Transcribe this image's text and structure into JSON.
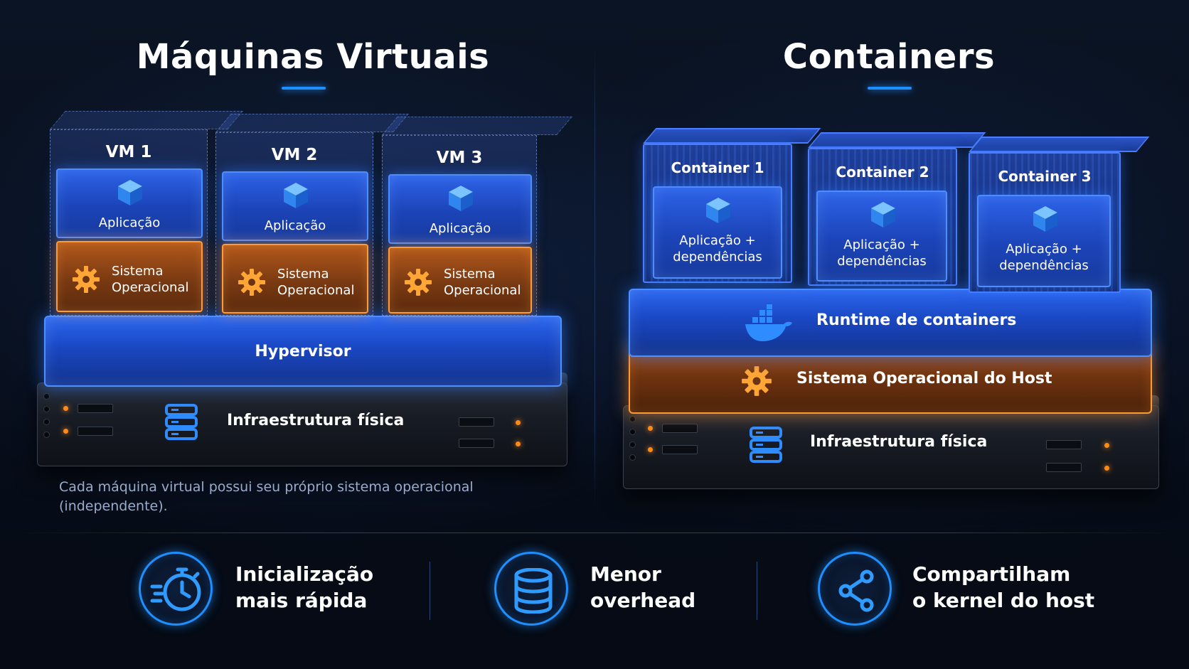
{
  "vm_side": {
    "title": "Máquinas Virtuais",
    "vms": [
      {
        "label": "VM 1",
        "app": "Aplicação",
        "os_line1": "Sistema",
        "os_line2": "Operacional"
      },
      {
        "label": "VM 2",
        "app": "Aplicação",
        "os_line1": "Sistema",
        "os_line2": "Operacional"
      },
      {
        "label": "VM 3",
        "app": "Aplicação",
        "os_line1": "Sistema",
        "os_line2": "Operacional"
      }
    ],
    "hypervisor": "Hypervisor",
    "infra": "Infraestrutura física",
    "note_line1": "Cada máquina virtual possui seu próprio sistema operacional",
    "note_line2": "(independente)."
  },
  "container_side": {
    "title": "Containers",
    "containers": [
      {
        "label": "Container 1",
        "line1": "Aplicação +",
        "line2": "dependências"
      },
      {
        "label": "Container 2",
        "line1": "Aplicação +",
        "line2": "dependências"
      },
      {
        "label": "Container 3",
        "line1": "Aplicação +",
        "line2": "dependências"
      }
    ],
    "runtime": "Runtime de containers",
    "host_os": "Sistema Operacional do Host",
    "infra": "Infraestrutura física"
  },
  "features": [
    {
      "icon": "stopwatch-icon",
      "line1": "Inicialização",
      "line2": "mais rápida"
    },
    {
      "icon": "database-icon",
      "line1": "Menor",
      "line2": "overhead"
    },
    {
      "icon": "share-icon",
      "line1": "Compartilham",
      "line2": "o kernel do host"
    }
  ],
  "colors": {
    "accent_blue": "#1e8fff",
    "layer_blue": "#2b66ee",
    "layer_orange": "#ff9a33",
    "background": "#070d19"
  }
}
